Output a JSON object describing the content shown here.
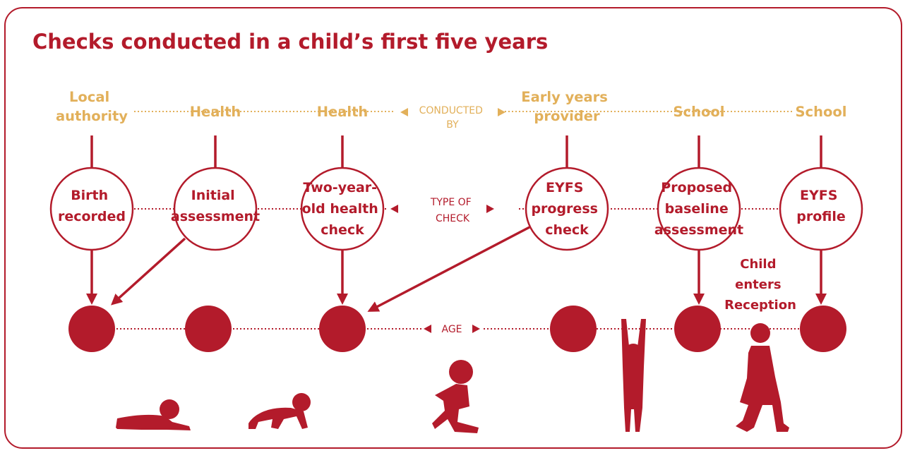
{
  "title": "Checks conducted in a child’s first five years",
  "axes": {
    "provider_axis": [
      "CONDUCTED",
      "BY"
    ],
    "check_axis": [
      "TYPE OF",
      "CHECK"
    ],
    "age_axis": "AGE"
  },
  "stages": [
    {
      "provider": [
        "Local",
        "authority"
      ],
      "check": [
        "Birth",
        "recorded"
      ]
    },
    {
      "provider": [
        "Health"
      ],
      "check": [
        "Initial",
        "assessment"
      ]
    },
    {
      "provider": [
        "Health"
      ],
      "check": [
        "Two-year-",
        "old health",
        "check"
      ]
    },
    {
      "provider": [
        "Early years",
        "provider"
      ],
      "check": [
        "EYFS",
        "progress",
        "check"
      ]
    },
    {
      "provider": [
        "School"
      ],
      "check": [
        "Proposed",
        "baseline",
        "assessment"
      ]
    },
    {
      "provider": [
        "School"
      ],
      "check": [
        "EYFS",
        "profile"
      ]
    }
  ],
  "annotation": [
    "Child",
    "enters",
    "Reception"
  ],
  "colors": {
    "red": "#b31b2b",
    "gold": "#e2b05a",
    "background": "#ffffff"
  },
  "icons": [
    "lying-baby-icon",
    "crawling-baby-icon",
    "running-toddler-icon",
    "arms-up-child-icon",
    "walking-schoolgirl-icon"
  ]
}
